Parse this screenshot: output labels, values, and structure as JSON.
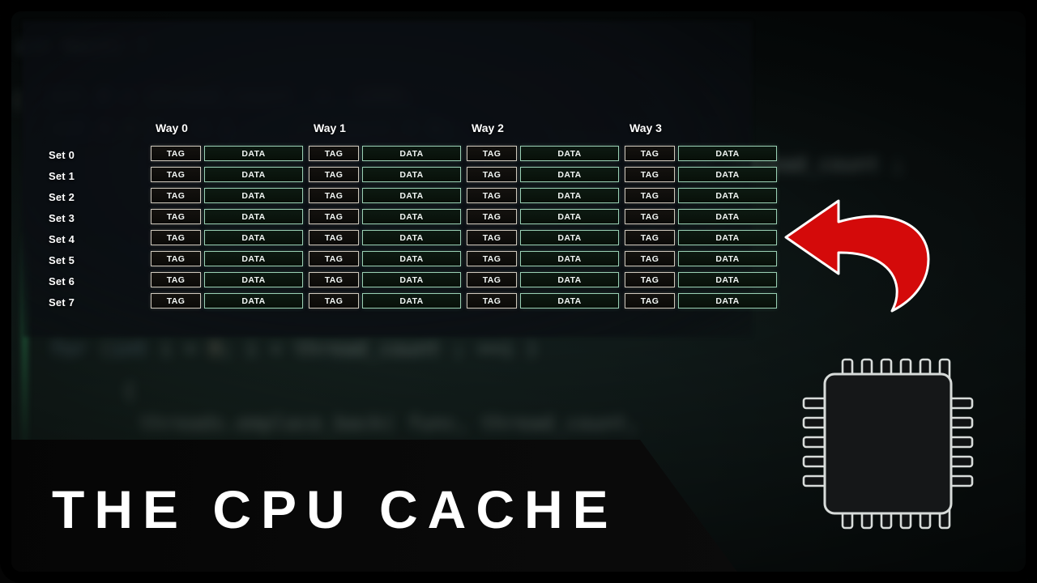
{
  "title_banner": {
    "text": "THE CPU CACHE"
  },
  "diagram": {
    "way_headers": [
      "Way 0",
      "Way 1",
      "Way 2",
      "Way 3"
    ],
    "set_labels": [
      "Set 0",
      "Set 1",
      "Set 2",
      "Set 3",
      "Set 4",
      "Set 5",
      "Set 6",
      "Set 7"
    ],
    "cell_labels": {
      "tag": "TAG",
      "data": "DATA"
    },
    "num_ways": 4,
    "num_sets": 8,
    "colors": {
      "tag_border": "#cfc9bd",
      "data_border": "#9ad0b4",
      "cell_text": "#f2f6f4",
      "label_text": "#ffffff"
    }
  },
  "annotations": {
    "arrow": {
      "name": "curved-left-arrow",
      "color": "#d40a0a",
      "outline": "#ffffff"
    },
    "chip": {
      "name": "cpu-chip",
      "pins_per_side": 6,
      "outline": "#d8dcda",
      "body": "#141414"
    }
  },
  "background": {
    "code_lines": [
      "int main()",
      "{",
      "    int N = thread_count = 1000;",
      "    for (int i = 0; i < thread_count; ++i)",
      "    {",
      "        threads.emplace_back(func, thread_count,",
      "    }",
      "}"
    ],
    "base_color": "#0c1414",
    "accent_color": "#3cc878"
  }
}
